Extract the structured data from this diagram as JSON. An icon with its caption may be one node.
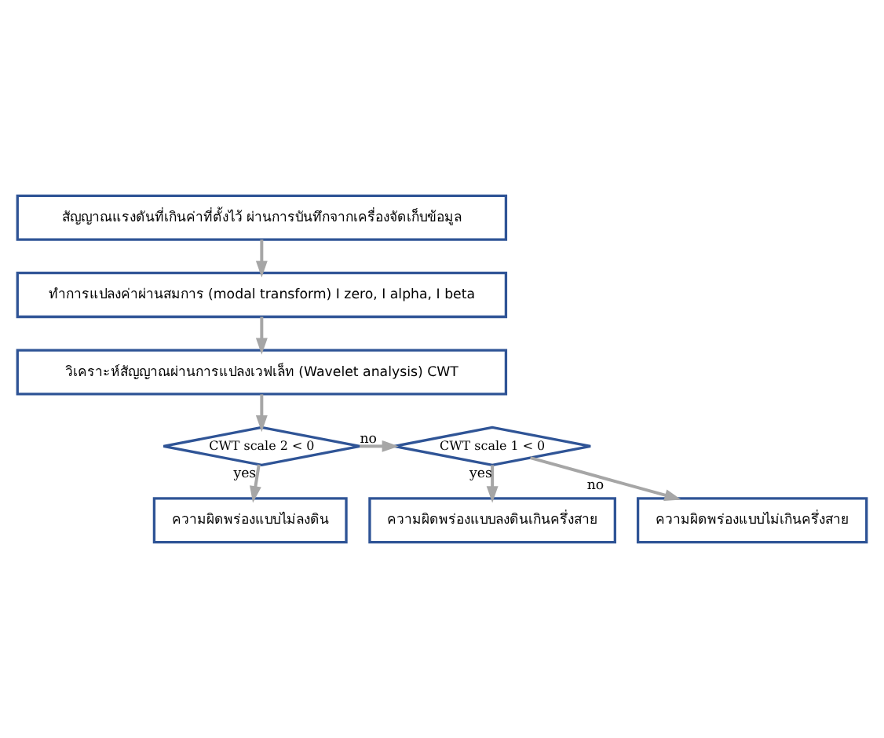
{
  "diagram": {
    "nodes": [
      {
        "text": [
          "สัญญาณแรงดันที่เกินค่าที่ตั้งไว้ ผ่านการบันทึกจากเครื่องจัดเก็บข้อมูล"
        ]
      },
      {
        "text": [
          "ทำการแปลงค่าผ่านสมการ (modal transform) I zero, I alpha, I beta"
        ]
      },
      {
        "text": [
          "วิเคราะห์สัญญาณผ่านการแปลงเวฟเล็ท (Wavelet analysis) CWT"
        ]
      },
      {
        "text": [
          "CWT scale 2 < 0"
        ]
      },
      {
        "text": [
          "CWT scale 1 < 0"
        ]
      },
      {
        "text": [
          "ความผิดพร่องแบบไม่ลงดิน"
        ]
      },
      {
        "text": [
          "ความผิดพร่องแบบลงดินเกินครึ่งสาย"
        ]
      },
      {
        "text": [
          "ความผิดพร่องแบบไม่เกินครึ่งสาย"
        ]
      }
    ],
    "edges": [
      {
        "from": 0,
        "to": 1,
        "arrow": "to"
      },
      {
        "from": 1,
        "to": 2,
        "arrow": "to"
      },
      {
        "from": 2,
        "to": 3,
        "arrow": "to"
      },
      {
        "from": 3,
        "to": 4,
        "arrow": "to",
        "label": "no"
      },
      {
        "from": 3,
        "to": 5,
        "arrow": "to",
        "label": "yes"
      },
      {
        "from": 4,
        "to": 6,
        "arrow": "to",
        "label": "yes"
      },
      {
        "from": 4,
        "to": 7,
        "arrow": "to",
        "label": "no"
      }
    ]
  }
}
